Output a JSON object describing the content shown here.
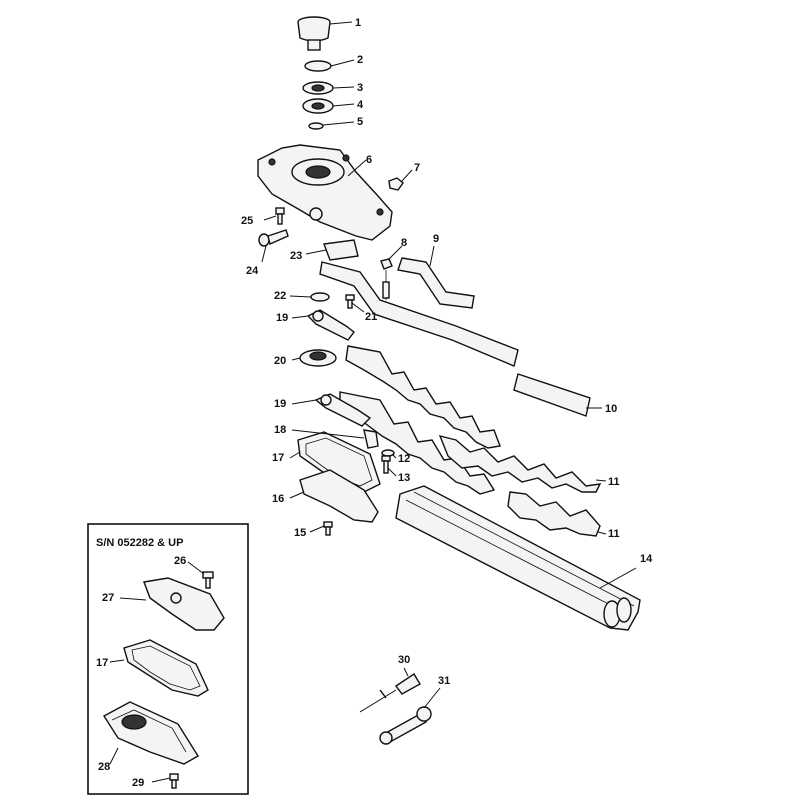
{
  "inset": {
    "title": "S/N 052282 & UP"
  },
  "labels": {
    "l1": "1",
    "l2": "2",
    "l3": "3",
    "l4": "4",
    "l5": "5",
    "l6": "6",
    "l7": "7",
    "l8": "8",
    "l9": "9",
    "l10": "10",
    "l11a": "11",
    "l11b": "11",
    "l12": "12",
    "l13": "13",
    "l14": "14",
    "l15": "15",
    "l16": "16",
    "l17a": "17",
    "l17b": "17",
    "l18": "18",
    "l19a": "19",
    "l19b": "19",
    "l20": "20",
    "l21": "21",
    "l22": "22",
    "l23": "23",
    "l24": "24",
    "l25": "25",
    "l26": "26",
    "l27": "27",
    "l28": "28",
    "l29": "29",
    "l30": "30",
    "l31": "31"
  }
}
